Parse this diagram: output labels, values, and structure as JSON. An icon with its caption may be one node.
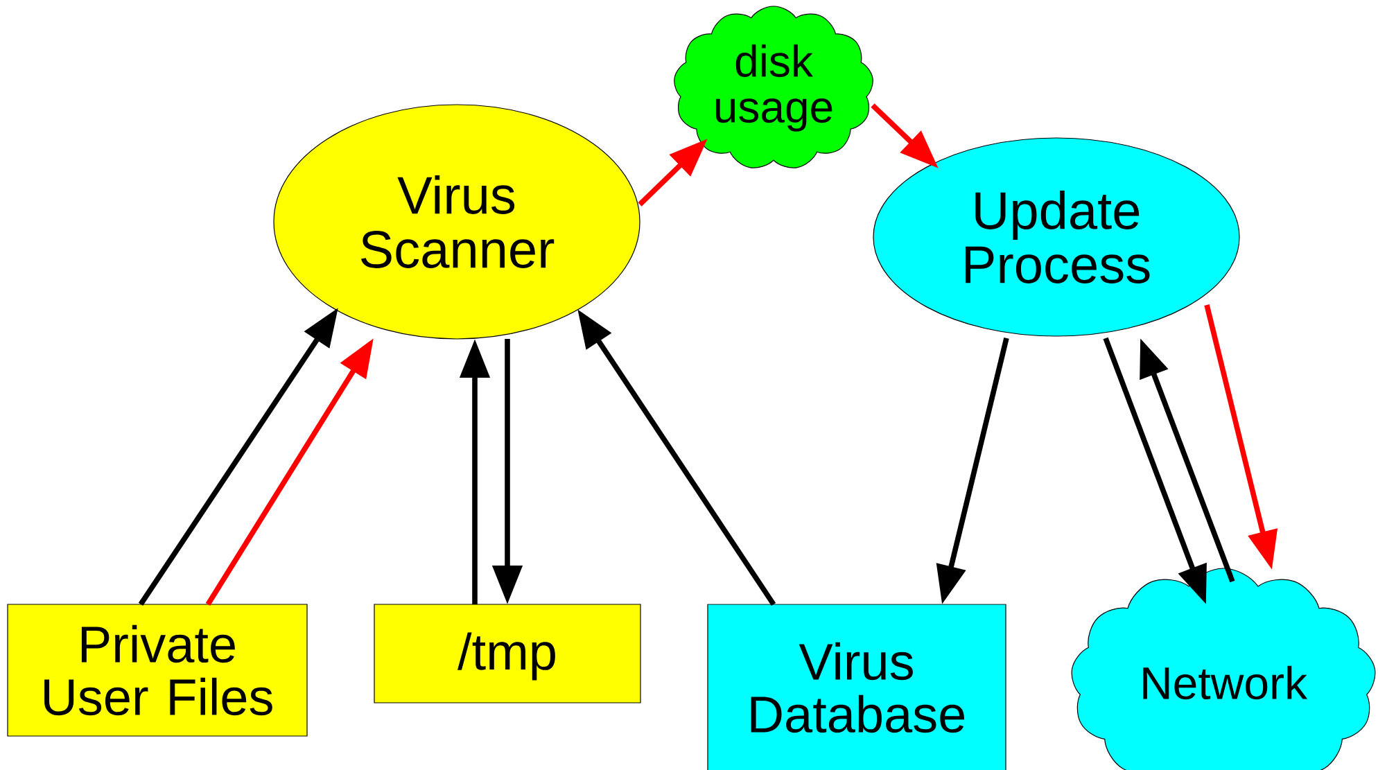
{
  "diagram": {
    "nodes": [
      {
        "text": [
          "Virus Scanner"
        ]
      },
      {
        "text": [
          "disk usage"
        ]
      },
      {
        "text": [
          "Update Process"
        ]
      },
      {
        "text": [
          "Private User Files"
        ]
      },
      {
        "text": [
          "/tmp"
        ]
      },
      {
        "text": [
          "Virus Database"
        ]
      },
      {
        "text": [
          "Network"
        ]
      }
    ],
    "edges": [
      {
        "from": 3,
        "to": 0,
        "arrow": "to"
      },
      {
        "from": 3,
        "to": 0,
        "arrow": "to",
        "color": "#ff0000"
      },
      {
        "from": 4,
        "to": 0,
        "arrow": "to"
      },
      {
        "from": 0,
        "to": 4,
        "arrow": "to"
      },
      {
        "from": 5,
        "to": 0,
        "arrow": "to"
      },
      {
        "from": 0,
        "to": 1,
        "arrow": "to",
        "color": "#ff0000"
      },
      {
        "from": 1,
        "to": 2,
        "arrow": "to",
        "color": "#ff0000"
      },
      {
        "from": 2,
        "to": 5,
        "arrow": "to"
      },
      {
        "from": 2,
        "to": 6,
        "arrow": "to"
      },
      {
        "from": 6,
        "to": 2,
        "arrow": "to"
      },
      {
        "from": 2,
        "to": 6,
        "arrow": "to",
        "color": "#ff0000"
      }
    ]
  }
}
